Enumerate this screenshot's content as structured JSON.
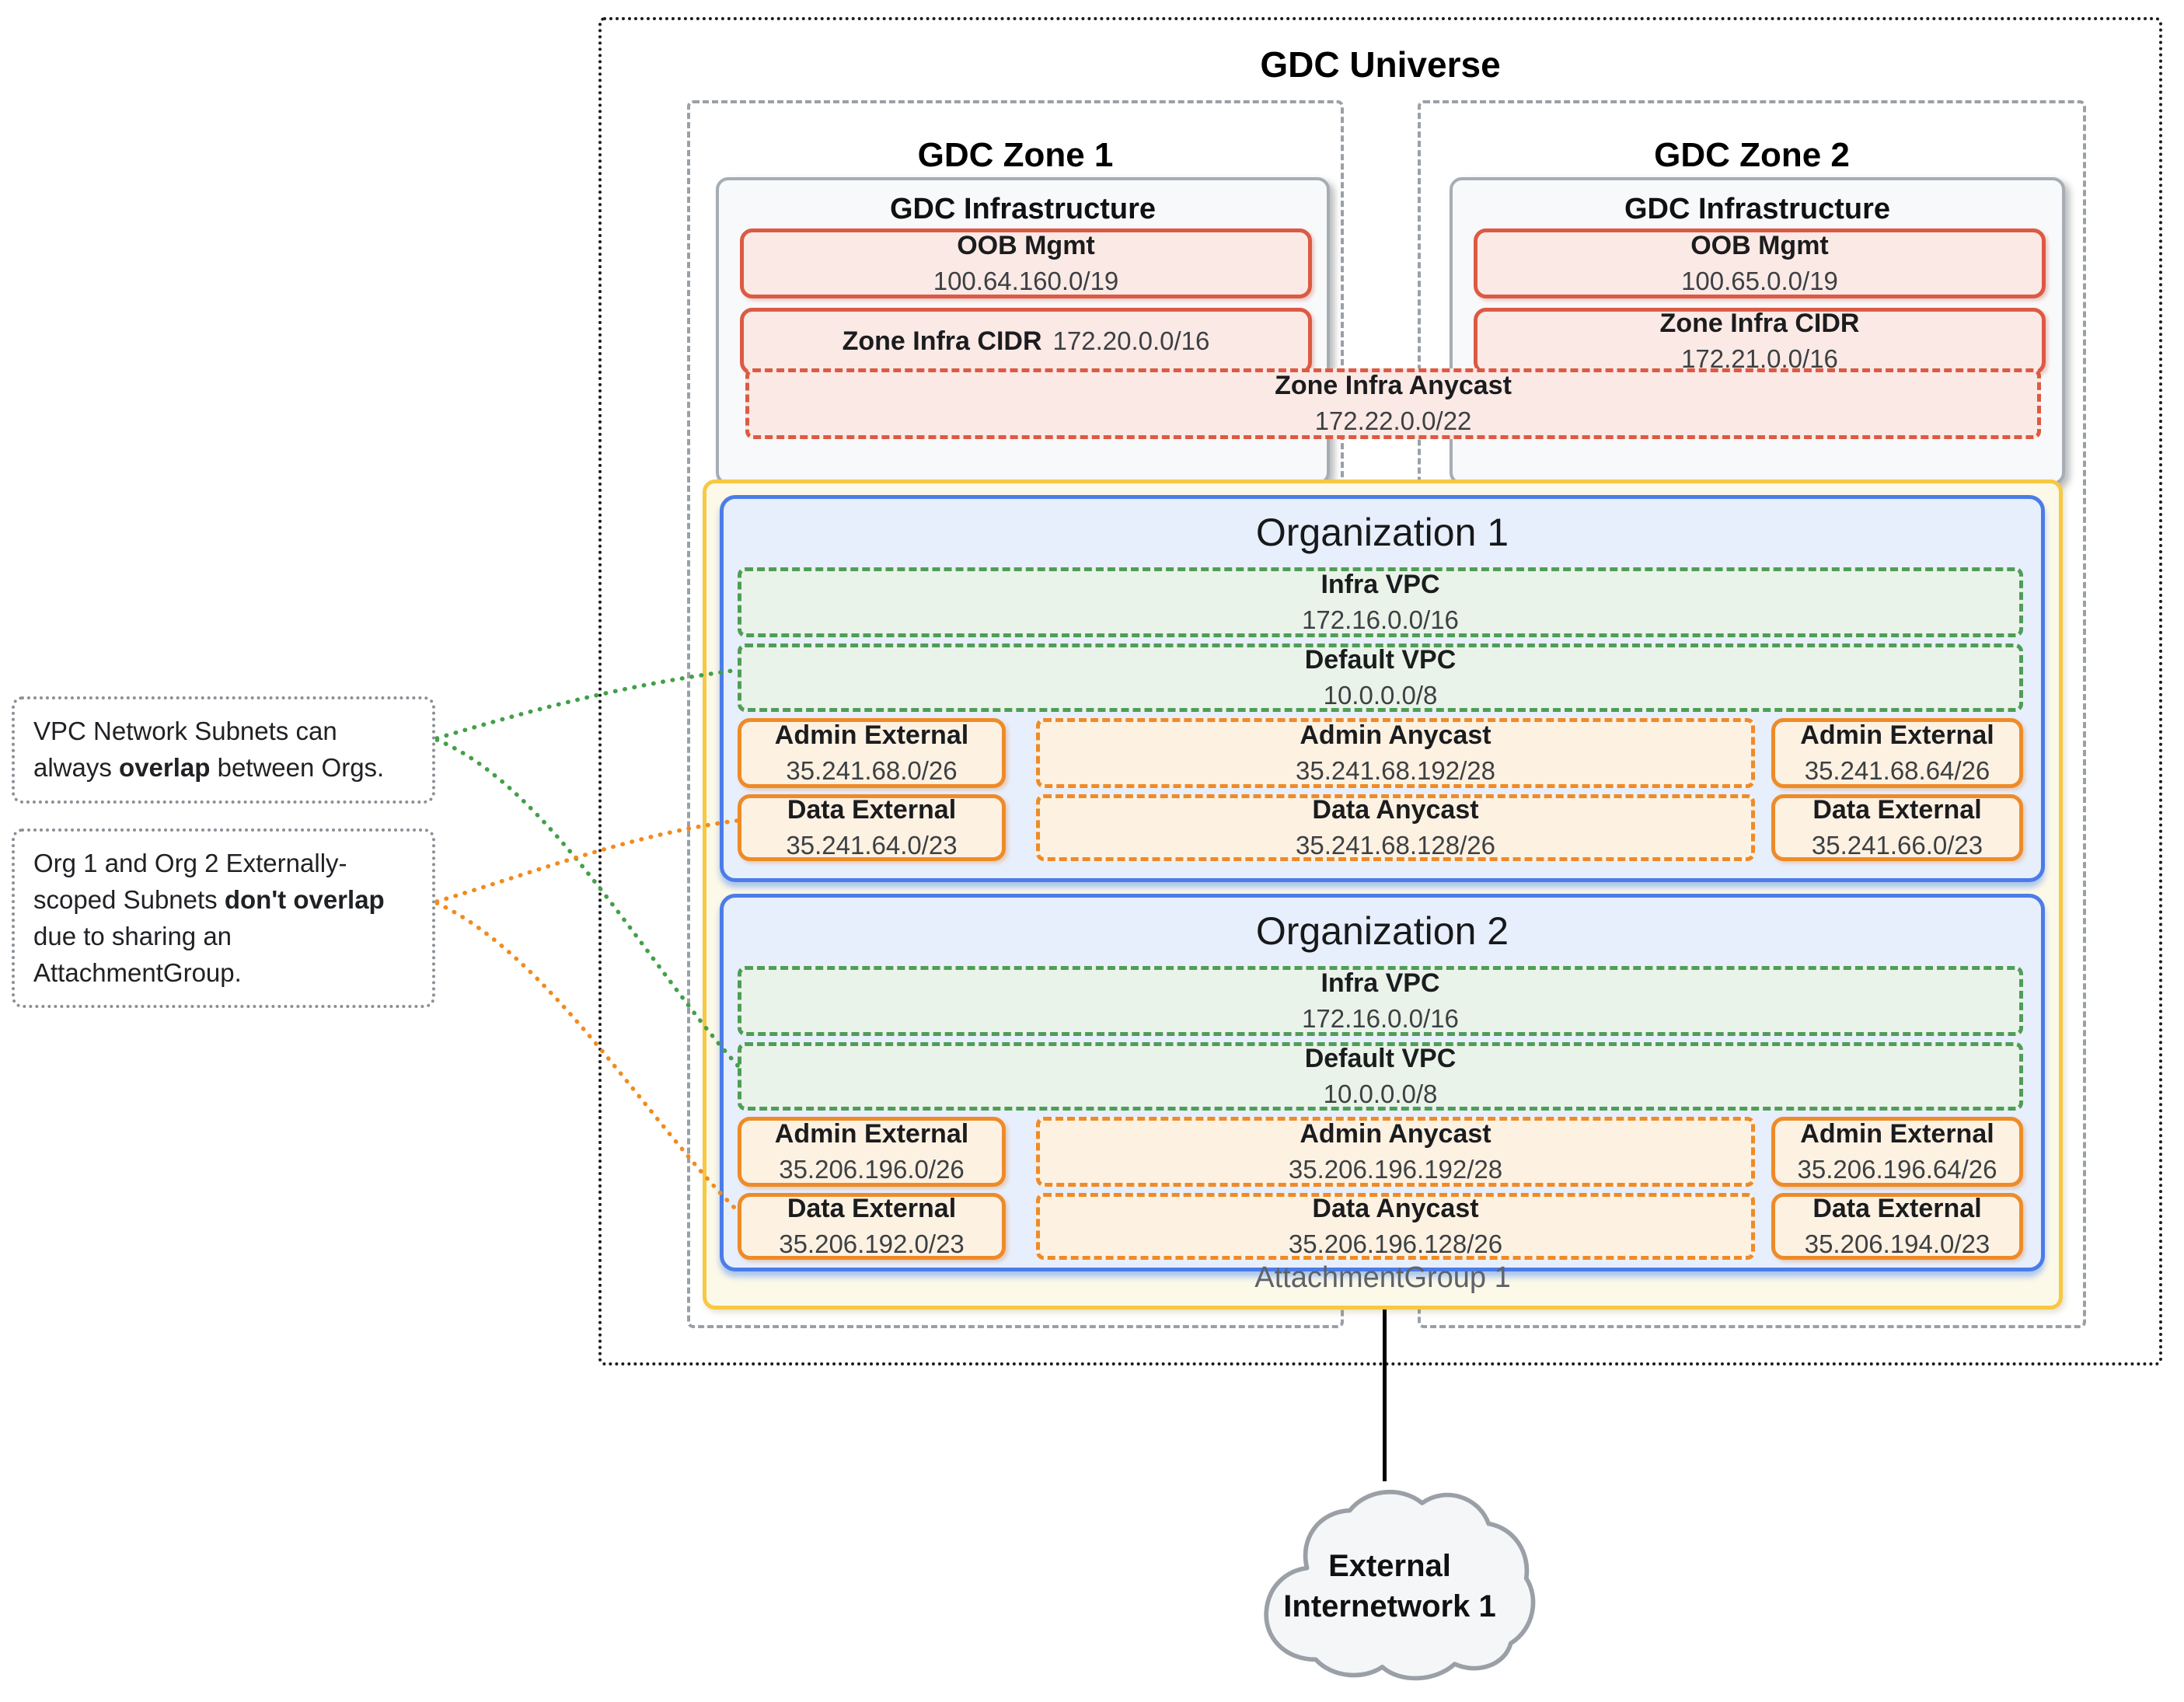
{
  "diagram": {
    "universe_title": "GDC Universe"
  },
  "zones": [
    {
      "title": "GDC Zone 1",
      "infra_title": "GDC Infrastructure",
      "oob": {
        "label": "OOB Mgmt",
        "value": "100.64.160.0/19"
      },
      "zone_cidr": {
        "label": "Zone Infra CIDR",
        "value": "172.20.0.0/16"
      }
    },
    {
      "title": "GDC Zone 2",
      "infra_title": "GDC Infrastructure",
      "oob": {
        "label": "OOB Mgmt",
        "value": "100.65.0.0/19"
      },
      "zone_cidr": {
        "label": "Zone Infra CIDR",
        "value": "172.21.0.0/16"
      }
    }
  ],
  "anycast": {
    "label": "Zone Infra Anycast",
    "value": "172.22.0.0/22"
  },
  "organizations": [
    {
      "title": "Organization 1",
      "infra_vpc": {
        "label": "Infra VPC",
        "value": "172.16.0.0/16"
      },
      "default_vpc": {
        "label": "Default VPC",
        "value": "10.0.0.0/8"
      },
      "subnets": {
        "admin_left": {
          "label": "Admin External",
          "value": "35.241.68.0/26"
        },
        "admin_anycast": {
          "label": "Admin Anycast",
          "value": "35.241.68.192/28"
        },
        "admin_right": {
          "label": "Admin External",
          "value": "35.241.68.64/26"
        },
        "data_left": {
          "label": "Data External",
          "value": "35.241.64.0/23"
        },
        "data_anycast": {
          "label": "Data Anycast",
          "value": "35.241.68.128/26"
        },
        "data_right": {
          "label": "Data External",
          "value": "35.241.66.0/23"
        }
      }
    },
    {
      "title": "Organization 2",
      "infra_vpc": {
        "label": "Infra VPC",
        "value": "172.16.0.0/16"
      },
      "default_vpc": {
        "label": "Default VPC",
        "value": "10.0.0.0/8"
      },
      "subnets": {
        "admin_left": {
          "label": "Admin External",
          "value": "35.206.196.0/26"
        },
        "admin_anycast": {
          "label": "Admin Anycast",
          "value": "35.206.196.192/28"
        },
        "admin_right": {
          "label": "Admin External",
          "value": "35.206.196.64/26"
        },
        "data_left": {
          "label": "Data External",
          "value": "35.206.192.0/23"
        },
        "data_anycast": {
          "label": "Data Anycast",
          "value": "35.206.196.128/26"
        },
        "data_right": {
          "label": "Data External",
          "value": "35.206.194.0/23"
        }
      }
    }
  ],
  "attachment_group": {
    "label": "AttachmentGroup 1"
  },
  "cloud": {
    "line1": "External",
    "line2": "Internetwork 1"
  },
  "annotations": [
    {
      "pre": "VPC Network Subnets can always ",
      "bold": "overlap",
      "post": " between Orgs."
    },
    {
      "pre": "Org 1 and Org 2 Externally-scoped Subnets ",
      "bold": "don't overlap",
      "post": " due to sharing an AttachmentGroup."
    }
  ],
  "colors": {
    "red": "#dc5a43",
    "red_fill": "#fbe9e5",
    "green": "#4f9d58",
    "green_fill": "#e9f3e9",
    "blue": "#4b7ce8",
    "blue_fill": "#e7eefc",
    "orange": "#ee8b28",
    "orange_fill": "#fdf1e2",
    "yellow": "#f7c843",
    "yellow_fill": "#fdf9e8",
    "gray": "#9aa0a6",
    "connector_green": "#43a047",
    "connector_orange": "#f18b1f"
  }
}
